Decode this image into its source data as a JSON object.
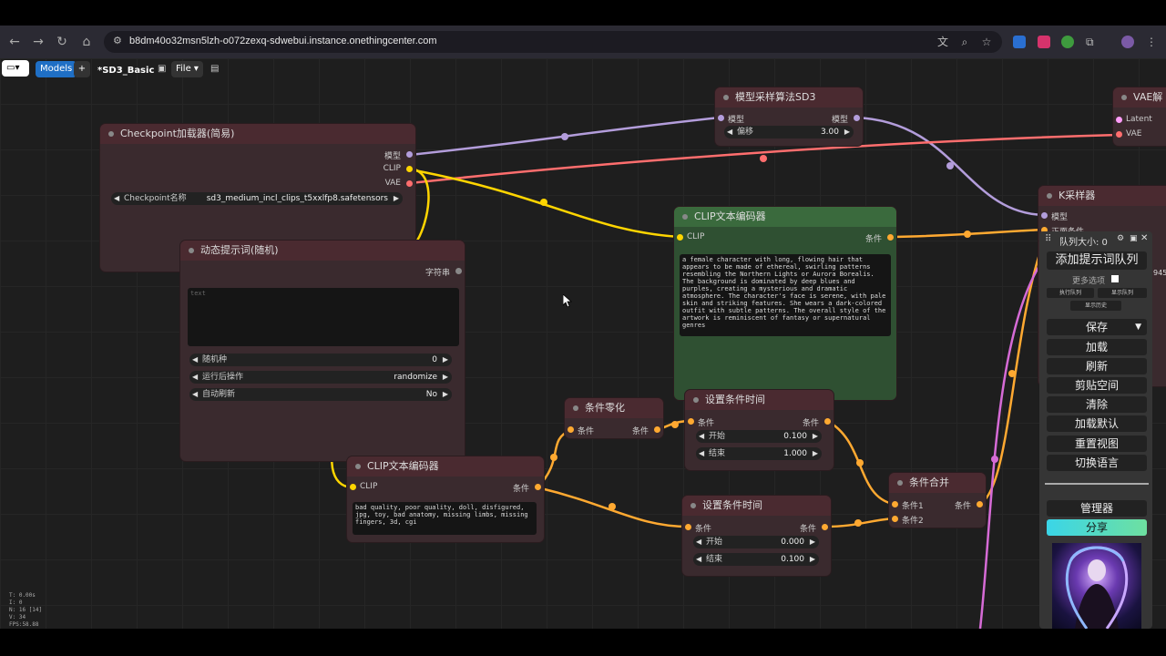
{
  "browser": {
    "url": "b8dm40o32msn5lzh-o072zexq-sdwebui.instance.onethingcenter.com"
  },
  "menu": {
    "models": "Models",
    "add": "+",
    "workflow": "*SD3_Basic",
    "file": "File"
  },
  "nodes": {
    "checkpoint": {
      "title": "Checkpoint加载器(简易)",
      "out_model": "模型",
      "out_clip": "CLIP",
      "out_vae": "VAE",
      "w_label": "Checkpoint名称",
      "w_value": "sd3_medium_incl_clips_t5xxlfp8.safetensors"
    },
    "sampling": {
      "title": "模型采样算法SD3",
      "in": "模型",
      "out": "模型",
      "w_label": "偏移",
      "w_value": "3.00"
    },
    "vae": {
      "title": "VAE解",
      "in_latent": "Latent",
      "in_vae": "VAE"
    },
    "ksampler": {
      "title": "K采样器",
      "in_model": "模型",
      "in_pos": "正面条件"
    },
    "dynprompt": {
      "title": "动态提示词(随机)",
      "out": "字符串",
      "placeholder": "text",
      "seed_label": "随机种",
      "seed_value": "0",
      "after_label": "运行后操作",
      "after_value": "randomize",
      "auto_label": "自动刷新",
      "auto_value": "No"
    },
    "clip_pos": {
      "title": "CLIP文本编码器",
      "in": "CLIP",
      "out": "条件",
      "text": "a female character with long, flowing hair that appears to be made of ethereal, swirling patterns resembling the Northern Lights or Aurora Borealis. The background is dominated by deep blues and purples, creating a mysterious and dramatic atmosphere. The character's face is serene, with pale skin and striking features. She wears a dark-colored outfit with subtle patterns. The overall style of the artwork is reminiscent of fantasy or supernatural genres"
    },
    "clip_neg": {
      "title": "CLIP文本编码器",
      "in": "CLIP",
      "out": "条件",
      "text": "bad quality, poor quality, doll, disfigured, jpg, toy, bad anatomy, missing limbs, missing fingers, 3d, cgi"
    },
    "zero": {
      "title": "条件零化",
      "in": "条件",
      "out": "条件"
    },
    "timing1": {
      "title": "设置条件时间",
      "in": "条件",
      "out": "条件",
      "start_label": "开始",
      "start_value": "0.100",
      "end_label": "结束",
      "end_value": "1.000"
    },
    "timing2": {
      "title": "设置条件时间",
      "in": "条件",
      "out": "条件",
      "start_label": "开始",
      "start_value": "0.000",
      "end_label": "结束",
      "end_value": "0.100"
    },
    "combine": {
      "title": "条件合并",
      "in1": "条件1",
      "in2": "条件2",
      "out": "条件"
    }
  },
  "panel": {
    "queue_size": "队列大小: 0",
    "queue_prompt": "添加提示词队列",
    "more_options": "更多选项",
    "exec_queue": "执行队列",
    "show_queue": "显示队列",
    "show_history": "显示历史",
    "save": "保存",
    "load": "加载",
    "refresh": "刷新",
    "clipspace": "剪贴空间",
    "clear": "清除",
    "load_default": "加载默认",
    "reset_view": "重置视图",
    "switch_lang": "切换语言",
    "manager": "管理器",
    "share": "分享",
    "partial_value": "945"
  },
  "hud": {
    "t": "T: 0.00s",
    "i": "I: 0",
    "n": "N: 16 [14]",
    "v": "V: 34",
    "fps": "FPS:58.88"
  },
  "colors": {
    "model_link": "#b39ddb",
    "clip_link": "#ffd500",
    "vae_link": "#ff6e6e",
    "cond_link": "#ffa931",
    "string_link": "#d66bd6"
  }
}
